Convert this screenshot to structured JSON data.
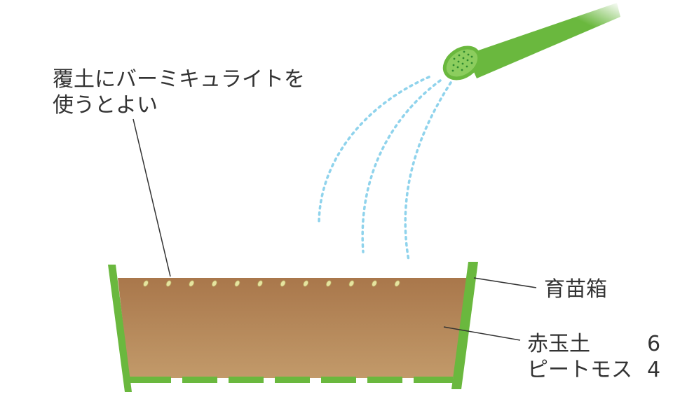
{
  "labels": {
    "covering_line1": "覆土にバーミキュライトを",
    "covering_line2": "使うとよい",
    "tray": "育苗箱",
    "soil_red": "赤玉土",
    "soil_red_ratio": "6",
    "soil_peat": "ピートモス",
    "soil_peat_ratio": "4"
  },
  "colors": {
    "tray_green": "#6ab83e",
    "soil_top": "#a9774b",
    "soil_bottom": "#c29a6a",
    "seed": "#e6e4a0",
    "water": "#8fd3ec",
    "can_green": "#6ab83e",
    "line": "#333333"
  },
  "seeds_count": 12,
  "water_streams": 3
}
